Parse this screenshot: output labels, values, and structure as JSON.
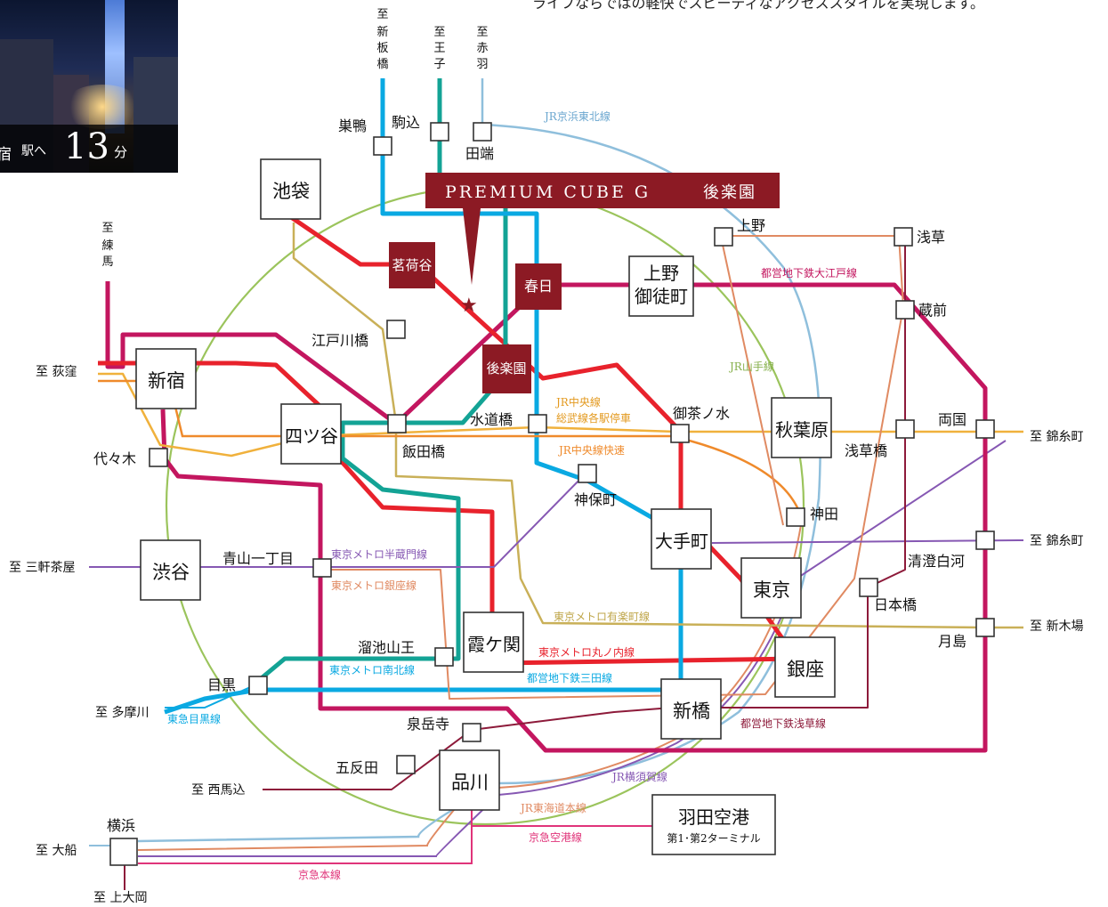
{
  "tagline": "ライフならではの軽快でスピーディなアクセススタイルを実現します。",
  "photo_caption": {
    "station": "宿",
    "suffix": "駅へ",
    "minutes": "13",
    "unit": "分"
  },
  "banner": {
    "title": "PREMIUM CUBE G",
    "name": "後楽園"
  },
  "star": "★",
  "stations": {
    "ikebukuro": "池袋",
    "shinjuku": "新宿",
    "shibuya": "渋谷",
    "yotsuya": "四ツ谷",
    "kasumigaseki": "霞ケ関",
    "ueno_okachimachi": "上野\n御徒町",
    "akihabara": "秋葉原",
    "otemachi": "大手町",
    "tokyo": "東京",
    "ginza": "銀座",
    "shinbashi": "新橋",
    "shinagawa": "品川",
    "haneda": "羽田空港",
    "haneda_sub": "第1･第2ターミナル",
    "myogadani": "茗荷谷",
    "kasuga": "春日",
    "korakuen": "後楽園",
    "sugamo": "巣鴨",
    "komagome": "駒込",
    "tabata": "田端",
    "ueno": "上野",
    "asakusa": "浅草",
    "kuramae": "蔵前",
    "edogawabashi": "江戸川橋",
    "iidabashi": "飯田橋",
    "suidobashi": "水道橋",
    "ochanomizu": "御茶ノ水",
    "asakusabashi": "浅草橋",
    "ryogoku": "両国",
    "jinbocho": "神保町",
    "kanda": "神田",
    "kiyosumi": "清澄白河",
    "nihonbashi": "日本橋",
    "tsukishima": "月島",
    "yoyogi": "代々木",
    "aoyama": "青山一丁目",
    "tameike": "溜池山王",
    "meguro": "目黒",
    "sengakuji": "泉岳寺",
    "gotanda": "五反田",
    "yokohama": "横浜"
  },
  "destinations": {
    "shinitabashi": "至 新板橋",
    "oji": "至 王子",
    "akabane": "至 赤羽",
    "nerima": "至 練馬",
    "ogikubo": "至 荻窪",
    "sangenjaya": "至 三軒茶屋",
    "tamagawa": "至 多摩川",
    "nishimagome": "至 西馬込",
    "ofuna": "至 大船",
    "kamiooka": "至 上大岡",
    "kinshicho1": "至 錦糸町",
    "kinshicho2": "至 錦糸町",
    "shinkiba": "至 新木場"
  },
  "lines": {
    "keihin": "JR京浜東北線",
    "yamanote": "JR山手線",
    "chuo_sobu": "JR中央線\n総武線各駅停車",
    "chuo_rapid": "JR中央線快速",
    "oedo": "都営地下鉄大江戸線",
    "hanzomon": "東京メトロ半蔵門線",
    "ginza": "東京メトロ銀座線",
    "yurakucho": "東京メトロ有楽町線",
    "marunouchi": "東京メトロ丸ノ内線",
    "mita": "都営地下鉄三田線",
    "namboku": "東京メトロ南北線",
    "meguro": "東急目黒線",
    "asakusa": "都営地下鉄浅草線",
    "yokosuka": "JR横須賀線",
    "tokaido": "JR東海道本線",
    "keikyu_airport": "京急空港線",
    "keikyu_main": "京急本線"
  },
  "colors": {
    "yamanote": "#9bc45c",
    "keihin": "#8fbfdc",
    "oedo": "#c3165f",
    "marunouchi": "#e8222c",
    "namboku": "#13a395",
    "mita": "#0aa9e2",
    "yurakucho": "#c9b058",
    "chuo_sobu": "#f0b13c",
    "chuo_rapid": "#ef8a2b",
    "ginza": "#e08a62",
    "hanzomon": "#8658b3",
    "asakusa": "#8d1a3a",
    "keikyu": "#e0347a",
    "accent": "#8c1a24"
  }
}
